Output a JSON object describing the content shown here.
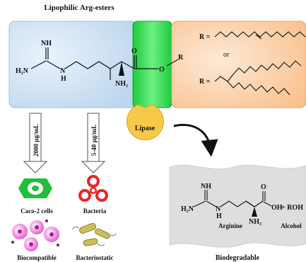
{
  "title": "Lipophilic Arg-esters",
  "ester_structure": {
    "atoms": {
      "NH": "NH",
      "H2N": "H₂N",
      "H": "H",
      "O": "O",
      "R": "R",
      "NH2": "NH₂"
    }
  },
  "r_groups": {
    "r_label_1": "R =",
    "or": "or",
    "r_label_2": "R ="
  },
  "lipase": {
    "label": "Lipase"
  },
  "branch_left": {
    "concentration": "2000 µg/mL",
    "target": "Caco-2 cells",
    "outcome": "Biocompatible"
  },
  "branch_right": {
    "concentration": "5-40 µg/mL",
    "target": "Bacteria",
    "outcome": "Bacteriostatic"
  },
  "products": {
    "atoms": {
      "NH": "NH",
      "H2N": "H₂N",
      "H": "H",
      "O": "O",
      "OH": "OH",
      "NH2": "NH₂"
    },
    "plus_roh": "+ ROH",
    "arginine": "Arginine",
    "alcohol": "Alcohol",
    "biodegradable": "Biodegradable"
  },
  "colors": {
    "blue_box": "#cfe2f3",
    "green_box": "#2bd44a",
    "orange_box": "#fbd5b0",
    "lipase": "#f7c948",
    "product_panel": "#dedede",
    "biohazard": "#e8262a",
    "cell_green": "#1fbf3a",
    "bacteria_olive": "#a39a3f",
    "cell_pink": "#f06fd8"
  }
}
